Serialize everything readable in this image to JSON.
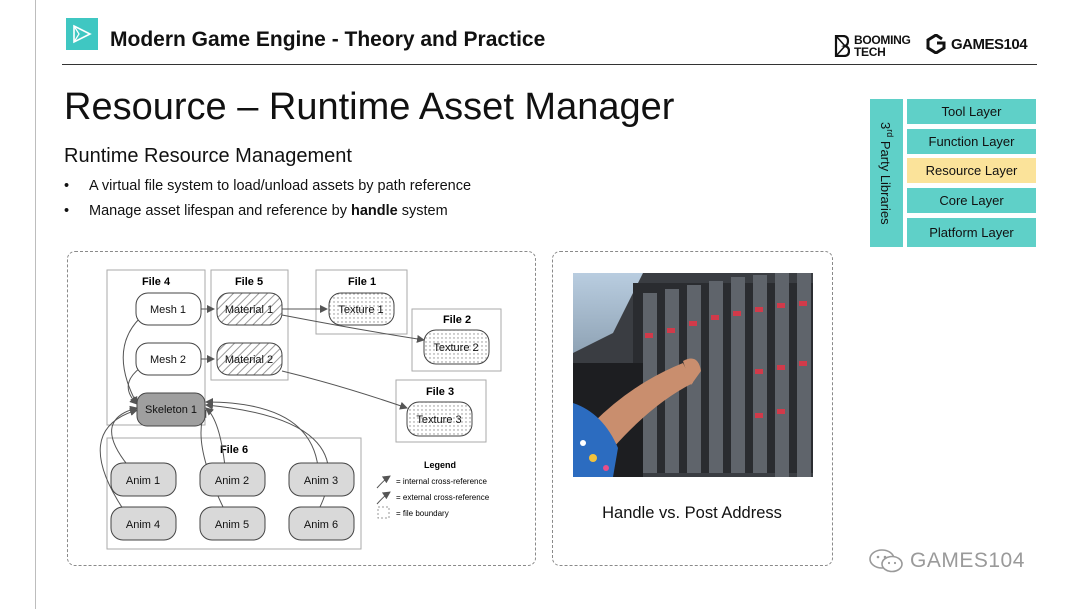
{
  "header": {
    "course_title": "Modern Game Engine - Theory and Practice",
    "brand_booming_top": "BOOMING",
    "brand_booming_bottom": "TECH",
    "brand_games": "GAMES104"
  },
  "slide": {
    "title": "Resource – Runtime Asset Manager",
    "subtitle": "Runtime Resource Management",
    "bullet_glyph": "•",
    "bullet1": "A virtual file system to load/unload assets by path reference",
    "bullet2_before": "Manage asset lifespan and reference by ",
    "bullet2_bold": "handle",
    "bullet2_after": " system"
  },
  "layers": {
    "side_label": "3rd Party Libraries",
    "items": [
      {
        "label": "Tool Layer",
        "color": "#5fd0c8"
      },
      {
        "label": "Function Layer",
        "color": "#5fd0c8"
      },
      {
        "label": "Resource Layer",
        "color": "#fbe39a"
      },
      {
        "label": "Core Layer",
        "color": "#5fd0c8"
      },
      {
        "label": "Platform Layer",
        "color": "#5fd0c8"
      }
    ]
  },
  "diagram": {
    "files": {
      "f4": "File 4",
      "f5": "File 5",
      "f1": "File 1",
      "f2": "File 2",
      "f3": "File 3",
      "f6": "File 6"
    },
    "nodes": {
      "mesh1": "Mesh 1",
      "mesh2": "Mesh 2",
      "material1": "Material 1",
      "material2": "Material 2",
      "texture1": "Texture 1",
      "texture2": "Texture 2",
      "texture3": "Texture 3",
      "skeleton1": "Skeleton 1",
      "anim1": "Anim 1",
      "anim2": "Anim 2",
      "anim3": "Anim 3",
      "anim4": "Anim 4",
      "anim5": "Anim 5",
      "anim6": "Anim 6"
    },
    "legend": {
      "title": "Legend",
      "internal": "= internal cross-reference",
      "external": "= external cross-reference",
      "boundary": "= file boundary"
    }
  },
  "photo_caption": "Handle vs. Post Address",
  "footer_watermark": "GAMES104",
  "colors": {
    "accent_teal": "#5fd0c8",
    "highlight_yellow": "#fbe39a"
  }
}
